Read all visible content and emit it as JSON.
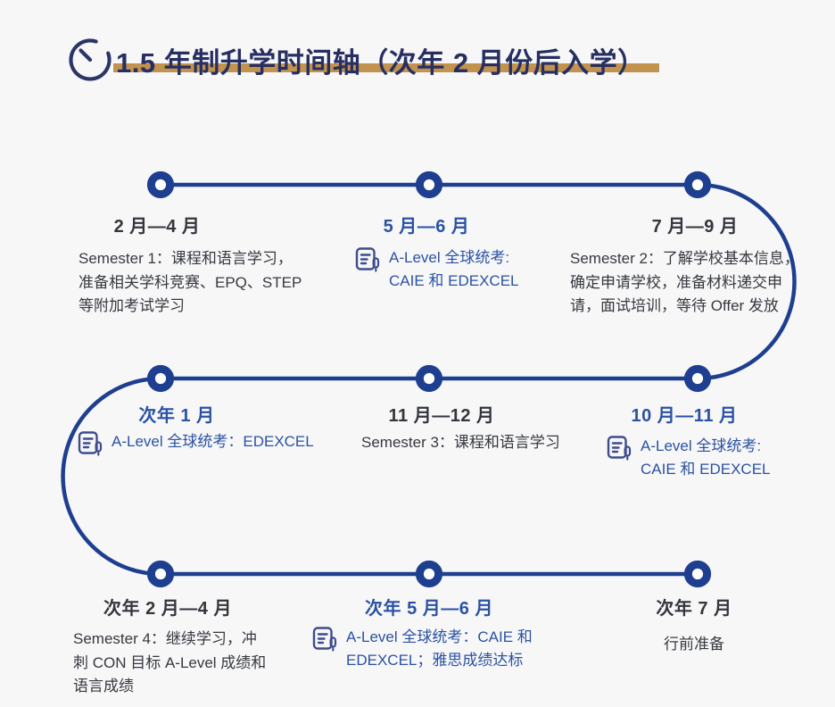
{
  "header": {
    "title": "1.5 年制升学时间轴（次年 2 月份后入学）",
    "icon": "clock-icon"
  },
  "colors": {
    "background": "#f7f7f8",
    "timeline_navy": "#1e3f8f",
    "accent_blue": "#2b52a2",
    "dark_text": "#36393f",
    "title_navy": "#272f62",
    "gold_underline": "#c2924f"
  },
  "timeline": {
    "nodes": [
      {
        "date": "2 月—4 月",
        "style": "dark",
        "type": "plain",
        "desc": "Semester 1：课程和语言学习，\n准备相关学科竞赛、EPQ、STEP\n等附加考试学习"
      },
      {
        "date": "5 月—6 月",
        "style": "blue",
        "type": "exam",
        "icon": "exam-registration-icon",
        "desc": "A-Level 全球统考:\nCAIE 和 EDEXCEL"
      },
      {
        "date": "7 月—9 月",
        "style": "dark",
        "type": "plain",
        "desc": "Semester 2：了解学校基本信息，\n确定申请学校，准备材料递交申\n请，面试培训，等待 Offer 发放"
      },
      {
        "date": "次年 1 月",
        "style": "blue",
        "type": "exam",
        "icon": "exam-registration-icon",
        "desc": "A-Level 全球统考：EDEXCEL"
      },
      {
        "date": "11 月—12 月",
        "style": "dark",
        "type": "plain",
        "desc": "Semester 3：课程和语言学习"
      },
      {
        "date": "10 月—11 月",
        "style": "blue",
        "type": "exam",
        "icon": "exam-registration-icon",
        "desc": "A-Level 全球统考:\nCAIE 和 EDEXCEL"
      },
      {
        "date": "次年 2 月—4 月",
        "style": "dark",
        "type": "plain",
        "desc": "Semester 4：继续学习，冲\n刺 CON 目标 A-Level 成绩和\n语言成绩"
      },
      {
        "date": "次年 5 月—6 月",
        "style": "blue",
        "type": "exam",
        "icon": "exam-registration-icon",
        "desc": "A-Level 全球统考：CAIE 和\nEDEXCEL；雅思成绩达标"
      },
      {
        "date": "次年 7 月",
        "style": "dark",
        "type": "plain",
        "desc": "行前准备"
      }
    ]
  }
}
